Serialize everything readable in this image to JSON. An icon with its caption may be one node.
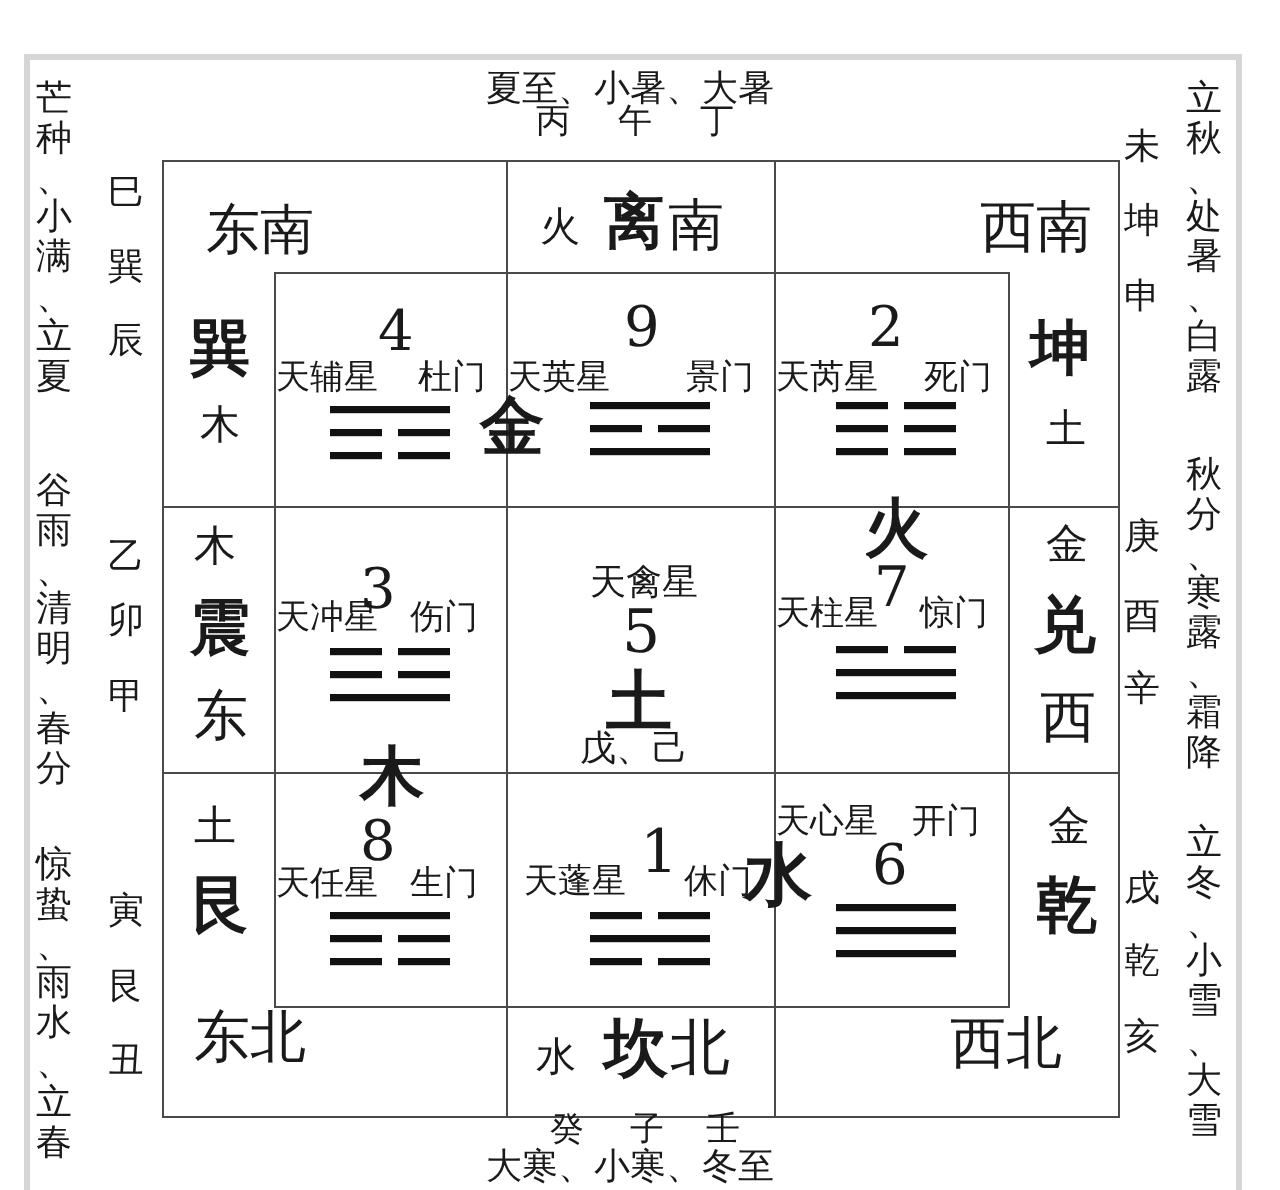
{
  "diagram": {
    "nodes": [
      {
        "text": [
          "东南",
          "巽",
          "木"
        ]
      },
      {
        "text": [
          "4",
          "天辅星",
          "杜门"
        ],
        "in": 0
      },
      {
        "text": [
          "火",
          "离",
          "南"
        ]
      },
      {
        "text": [
          "9",
          "天英星",
          "景门"
        ],
        "in": 2
      },
      {
        "text": [
          "西南",
          "坤",
          "土"
        ]
      },
      {
        "text": [
          "2",
          "天芮星",
          "死门"
        ],
        "in": 4
      },
      {
        "text": [
          "木",
          "震",
          "东"
        ]
      },
      {
        "text": [
          "3",
          "天冲星",
          "伤门"
        ],
        "in": 6
      },
      {
        "text": [
          "天禽星",
          "5",
          "土",
          "戊、己"
        ]
      },
      {
        "text": [
          "金",
          "兑",
          "西"
        ]
      },
      {
        "text": [
          "7",
          "天柱星",
          "惊门"
        ],
        "in": 9
      },
      {
        "text": [
          "土",
          "艮",
          "东北"
        ]
      },
      {
        "text": [
          "8",
          "天任星",
          "生门"
        ],
        "in": 11
      },
      {
        "text": [
          "水",
          "坎",
          "北"
        ]
      },
      {
        "text": [
          "1",
          "天蓬星",
          "休门"
        ],
        "in": 13
      },
      {
        "text": [
          "金",
          "乾",
          "西北"
        ]
      },
      {
        "text": [
          "天心星",
          "开门",
          "6"
        ],
        "in": 15
      }
    ],
    "edges": [],
    "labels": [
      "夏至、小暑、大暑",
      "丙",
      "午",
      "丁",
      "芒种、小满、立夏",
      "谷雨、清明、春分",
      "惊蛰、雨水、立春",
      "巳",
      "巽",
      "辰",
      "乙",
      "卯",
      "甲",
      "寅",
      "艮",
      "丑",
      "未",
      "坤",
      "申",
      "庚",
      "酉",
      "辛",
      "戌",
      "乾",
      "亥",
      "立秋、处暑、白露",
      "秋分、寒露、霜降",
      "立冬、小雪、大雪",
      "金",
      "火",
      "木",
      "水",
      "癸",
      "子",
      "壬",
      "大寒、小寒、冬至"
    ]
  }
}
